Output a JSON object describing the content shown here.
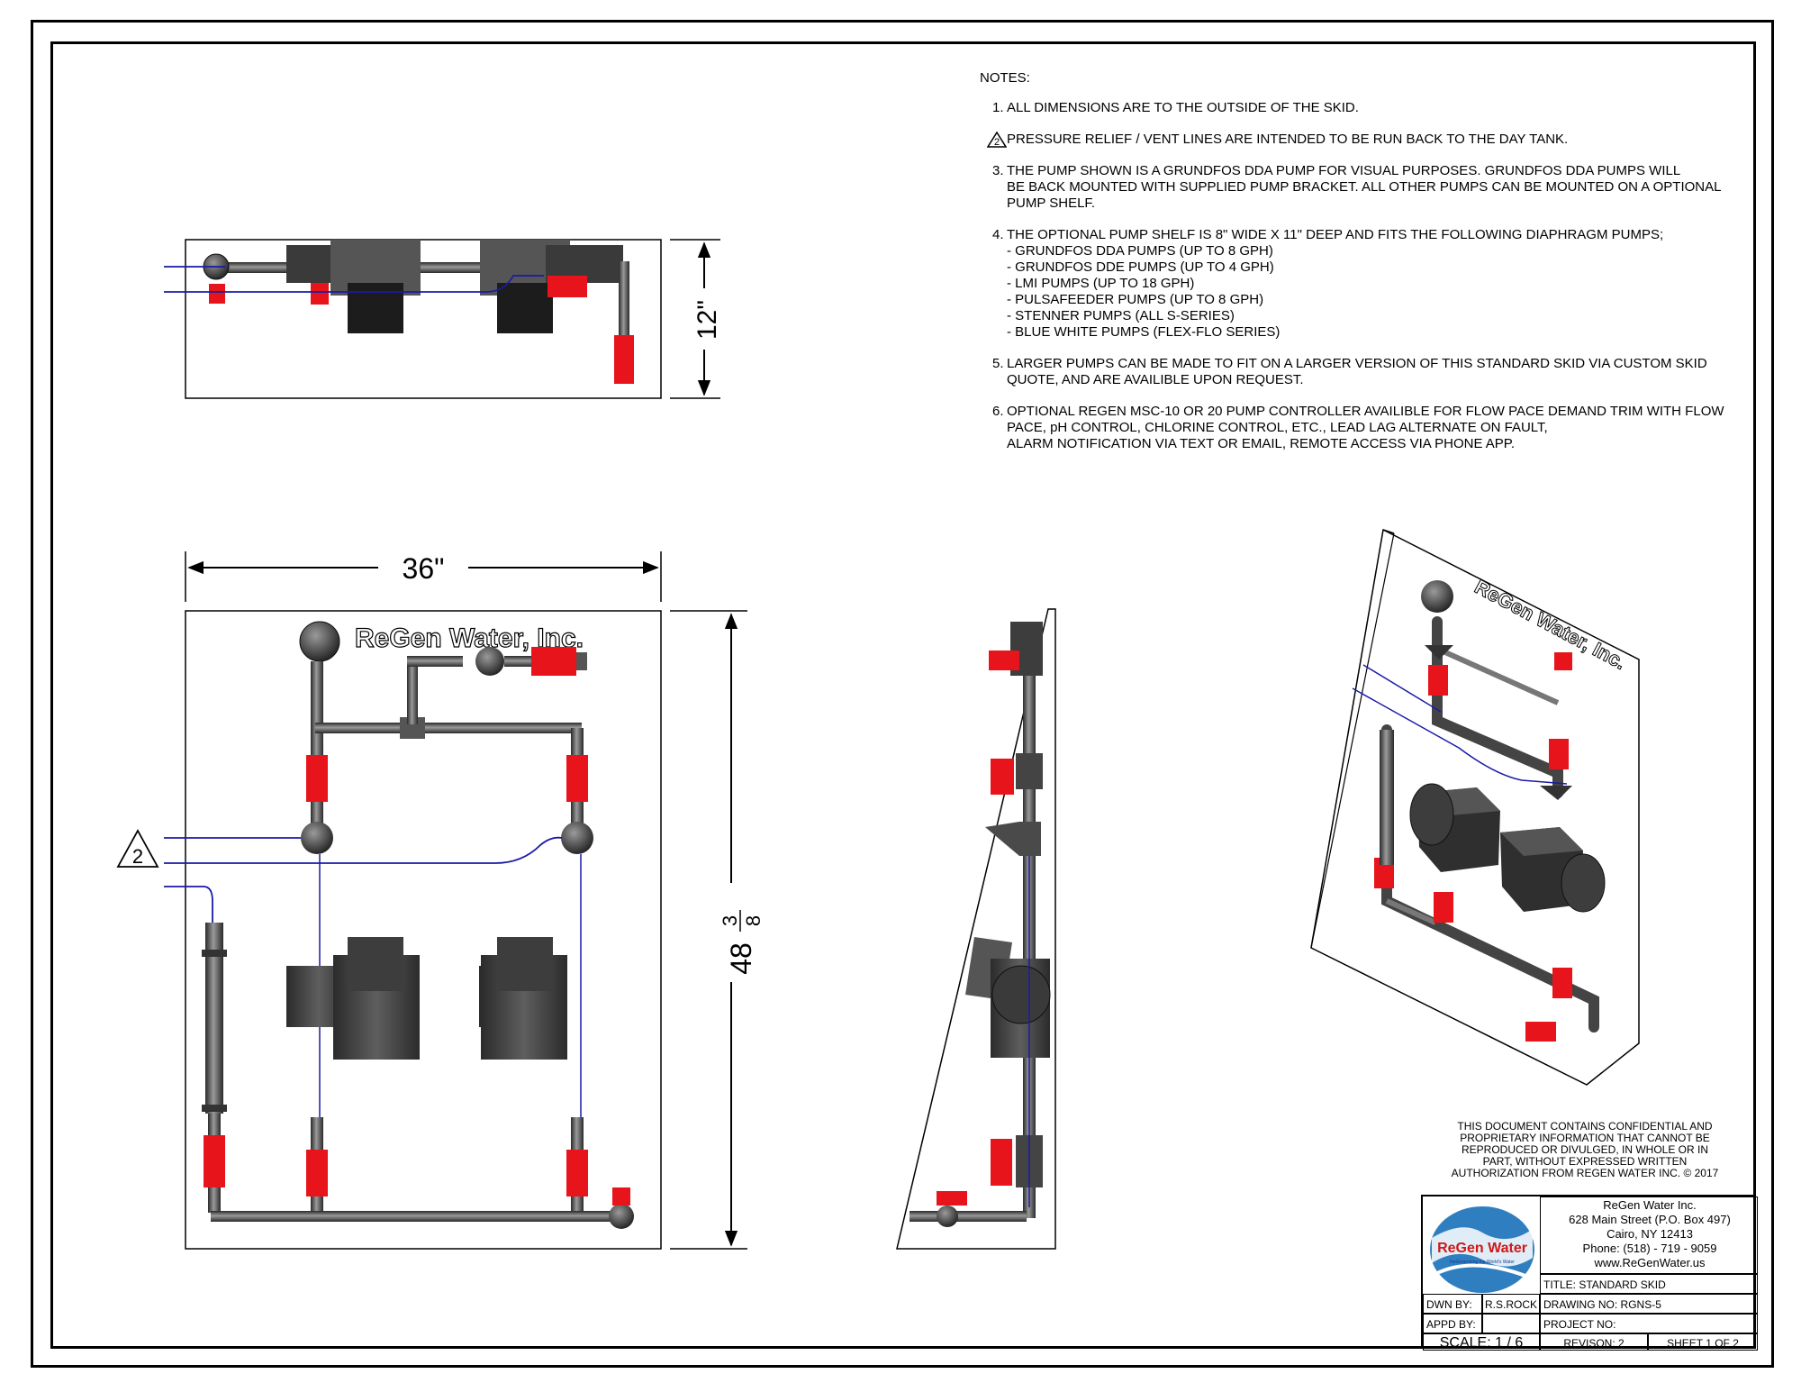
{
  "notes": {
    "header": "NOTES:",
    "n1": {
      "num": "1.",
      "text": "ALL DIMENSIONS ARE TO THE OUTSIDE OF THE SKID."
    },
    "n2": {
      "num": "2",
      "text": "PRESSURE RELIEF / VENT LINES ARE INTENDED TO BE RUN BACK TO THE DAY TANK."
    },
    "n3": {
      "num": "3.",
      "lines": [
        "THE PUMP SHOWN IS A GRUNDFOS DDA PUMP FOR VISUAL PURPOSES. GRUNDFOS DDA PUMPS WILL",
        "BE BACK MOUNTED WITH SUPPLIED PUMP BRACKET. ALL OTHER PUMPS CAN BE MOUNTED ON A OPTIONAL",
        "PUMP SHELF."
      ]
    },
    "n4": {
      "num": "4.",
      "lines": [
        "THE OPTIONAL PUMP SHELF IS 8\" WIDE X 11\" DEEP AND FITS THE FOLLOWING DIAPHRAGM PUMPS;",
        "- GRUNDFOS DDA PUMPS (UP TO 8 GPH)",
        "- GRUNDFOS DDE PUMPS (UP TO 4 GPH)",
        "- LMI PUMPS (UP TO 18 GPH)",
        "- PULSAFEEDER PUMPS (UP TO 8 GPH)",
        "- STENNER PUMPS (ALL S-SERIES)",
        "- BLUE WHITE PUMPS (FLEX-FLO SERIES)"
      ]
    },
    "n5": {
      "num": "5.",
      "lines": [
        "LARGER PUMPS CAN BE MADE TO FIT ON A LARGER VERSION OF THIS STANDARD SKID VIA CUSTOM SKID",
        "QUOTE, AND ARE AVAILIBLE UPON REQUEST."
      ]
    },
    "n6": {
      "num": "6.",
      "lines": [
        "OPTIONAL REGEN MSC-10 OR 20 PUMP CONTROLLER AVAILIBLE FOR FLOW PACE DEMAND TRIM WITH FLOW",
        "PACE, pH CONTROL, CHLORINE CONTROL, ETC., LEAD LAG ALTERNATE ON FAULT,",
        "ALARM NOTIFICATION VIA TEXT OR EMAIL, REMOTE ACCESS VIA PHONE APP."
      ]
    }
  },
  "dims": {
    "top_height": "12\"",
    "width": "36\"",
    "height": "48",
    "height_num": "3",
    "height_den": "8",
    "callout": "2"
  },
  "panel_label": "ReGen Water, Inc.",
  "iso_label": "ReGen Water, Inc.",
  "confidential": [
    "THIS DOCUMENT CONTAINS CONFIDENTIAL AND",
    "PROPRIETARY INFORMATION THAT CANNOT BE",
    "REPRODUCED OR DIVULGED, IN WHOLE OR IN",
    "PART, WITHOUT EXPRESSED WRITTEN",
    "AUTHORIZATION FROM REGEN WATER INC. © 2017"
  ],
  "title_block": {
    "company": "ReGen Water Inc.",
    "address1": "628 Main Street (P.O. Box 497)",
    "address2": "Cairo, NY 12413",
    "phone": "Phone: (518) - 719 - 9059",
    "web": "www.ReGenWater.us",
    "logo_text": "ReGen Water",
    "logo_tagline": "ReGenerating the World's Water",
    "title": "TITLE: STANDARD SKID",
    "dwn_label": "DWN BY:",
    "dwn_value": "R.S.ROCK",
    "drawing_no": "DRAWING NO: RGNS-5",
    "appd_label": "APPD BY:",
    "project_no": "PROJECT NO:",
    "scale": "SCALE: 1 / 6",
    "revision": "REVISON: 2",
    "sheet": "SHEET 1 OF 2"
  },
  "colors": {
    "red": "#e8141b",
    "pipe": "#3c3c3c",
    "pipe_light": "#8a8a8a",
    "tube": "#1a1aa8"
  }
}
